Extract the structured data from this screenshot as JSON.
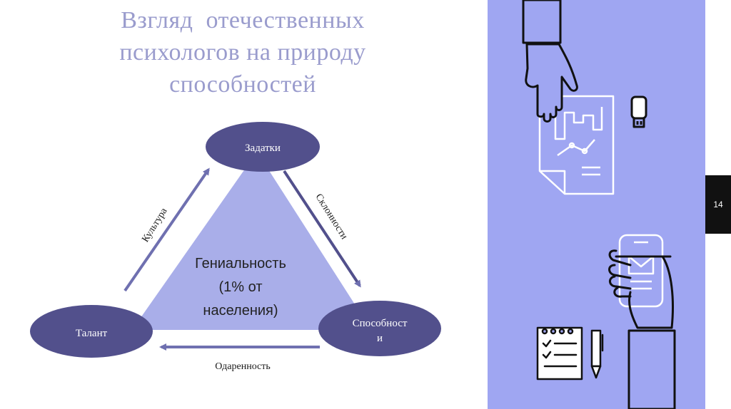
{
  "title": {
    "line1": "Взгляд  отечественных",
    "line2": "психологов на природу",
    "line3": "способностей"
  },
  "diagram": {
    "nodes": {
      "top": "Задатки",
      "left": "Талант",
      "right_line1": "Способност",
      "right_line2": "и"
    },
    "center": {
      "line1": "Гениальность",
      "line2": "(1% от",
      "line3": "населения)"
    },
    "edges": {
      "left": "Культура",
      "right": "Склонности",
      "bottom": "Одаренность"
    }
  },
  "page_number": "14",
  "colors": {
    "title": "#9a9ccd",
    "triangle": "#a9aee9",
    "node_fill": "#52508c",
    "arrow": "#6f70b0",
    "panel": "#9fa6f2",
    "badge": "#111111"
  },
  "icons": [
    "hand-icon",
    "document-chart-icon",
    "usb-drive-icon",
    "smartphone-hand-icon",
    "mail-icon",
    "notepad-icon",
    "pen-icon"
  ]
}
